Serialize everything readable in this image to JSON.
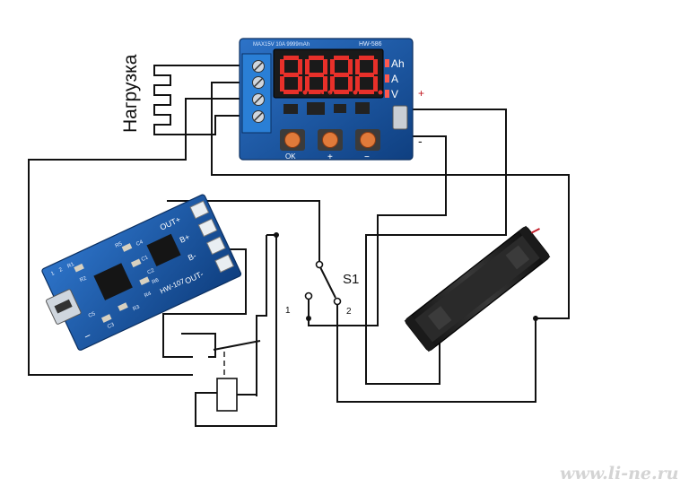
{
  "load": {
    "label": "Нагрузка"
  },
  "meter": {
    "model_text": "MAX15V 10A 9999mAh",
    "model_code": "HW-586",
    "display": "8.8.8.8",
    "units": [
      "Ah",
      "A",
      "V"
    ],
    "buttons": [
      "OK",
      "+",
      "−"
    ]
  },
  "power": {
    "plus": "+",
    "minus": "-"
  },
  "charger": {
    "model": "HW-107",
    "pins": [
      "OUT+",
      "B+",
      "B-",
      "OUT-"
    ],
    "silk": [
      "R1",
      "R2",
      "R3",
      "R4",
      "R5",
      "R6",
      "C1",
      "C2",
      "C3",
      "C4",
      "C5",
      "1",
      "2"
    ],
    "minus_mark": "−"
  },
  "switch": {
    "name": "S1",
    "pos1": "1",
    "pos2": "2"
  },
  "watermark": "www.li-ne.ru",
  "colors": {
    "board_blue": "#1a5aa8",
    "display_red": "#e8302a",
    "button_orange": "#e07a3a",
    "battery_holder": "#1e1e1e"
  }
}
